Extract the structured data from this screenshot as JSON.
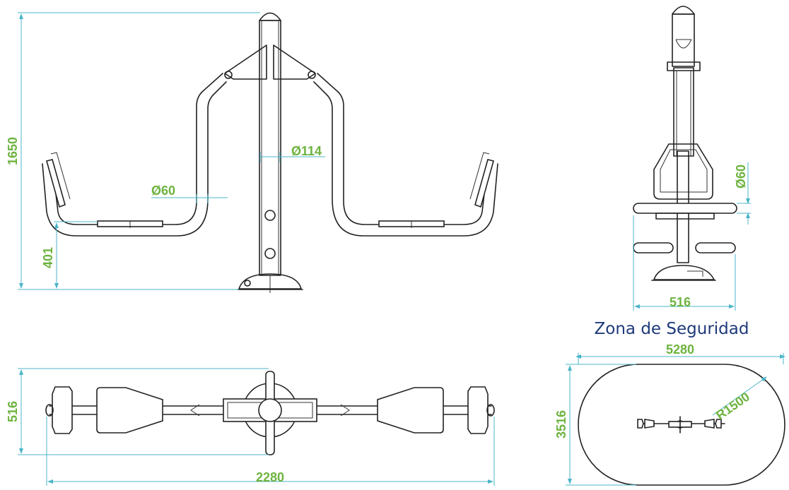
{
  "colors": {
    "dimension_text": "#6db33f",
    "dimension_line": "#4bb5c8",
    "zone_title": "#1f3a7a",
    "zone_fill": "#ffffff",
    "outline": "#222222"
  },
  "front_view": {
    "height_label": "1650",
    "seat_height_label": "401",
    "post_diameter_label": "Ø114",
    "tube_diameter_label": "Ø60"
  },
  "side_view": {
    "tube_diameter_label": "Ø60",
    "width_label": "516"
  },
  "top_view": {
    "width_label": "516",
    "length_label": "2280"
  },
  "safety_zone": {
    "title": "Zona de Seguridad",
    "length_label": "5280",
    "width_label": "3516",
    "radius_label": "R1500"
  }
}
